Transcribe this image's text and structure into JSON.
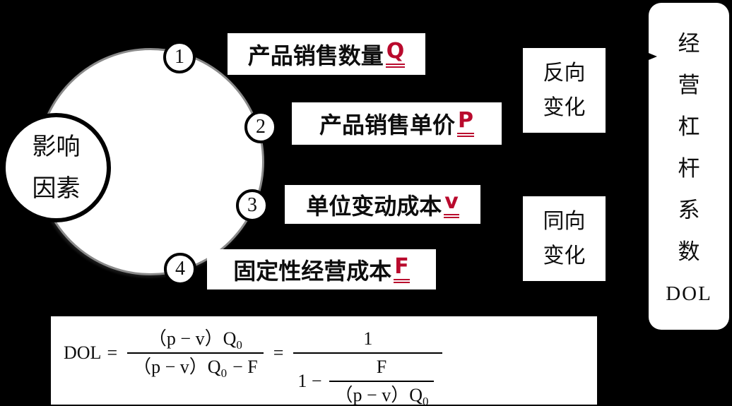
{
  "colors": {
    "background": "#000000",
    "panel_bg": "#ffffff",
    "text": "#0d0d0d",
    "accent_red": "#b90a2d",
    "big_circle_edge": "#8a8a8a"
  },
  "hub": {
    "line1": "影响",
    "line2": "因素"
  },
  "factors": [
    {
      "num": "1",
      "label": "产品销售数量",
      "symbol": "Q"
    },
    {
      "num": "2",
      "label": "产品销售单价",
      "symbol": "P"
    },
    {
      "num": "3",
      "label": "单位变动成本",
      "symbol": "v"
    },
    {
      "num": "4",
      "label": "固定性经营成本",
      "symbol": "F"
    }
  ],
  "relations": [
    {
      "line1": "反向",
      "line2": "变化"
    },
    {
      "line1": "同向",
      "line2": "变化"
    }
  ],
  "result_box": {
    "chars": [
      "经",
      "营",
      "杠",
      "杆",
      "系",
      "数"
    ],
    "code": "DOL"
  },
  "formula": {
    "lhs": "DOL",
    "equals": "=",
    "f1_num": "（p − v）Q",
    "f1_num_sub": "0",
    "f1_den": "（p − v）Q",
    "f1_den_sub": "0",
    "f1_den_tail": "− F",
    "equals2": "=",
    "f2_num": "1",
    "f2_den_prefix": "1 −",
    "f3_num": "F",
    "f3_den": "（p − v）Q",
    "f3_den_sub": "0"
  }
}
